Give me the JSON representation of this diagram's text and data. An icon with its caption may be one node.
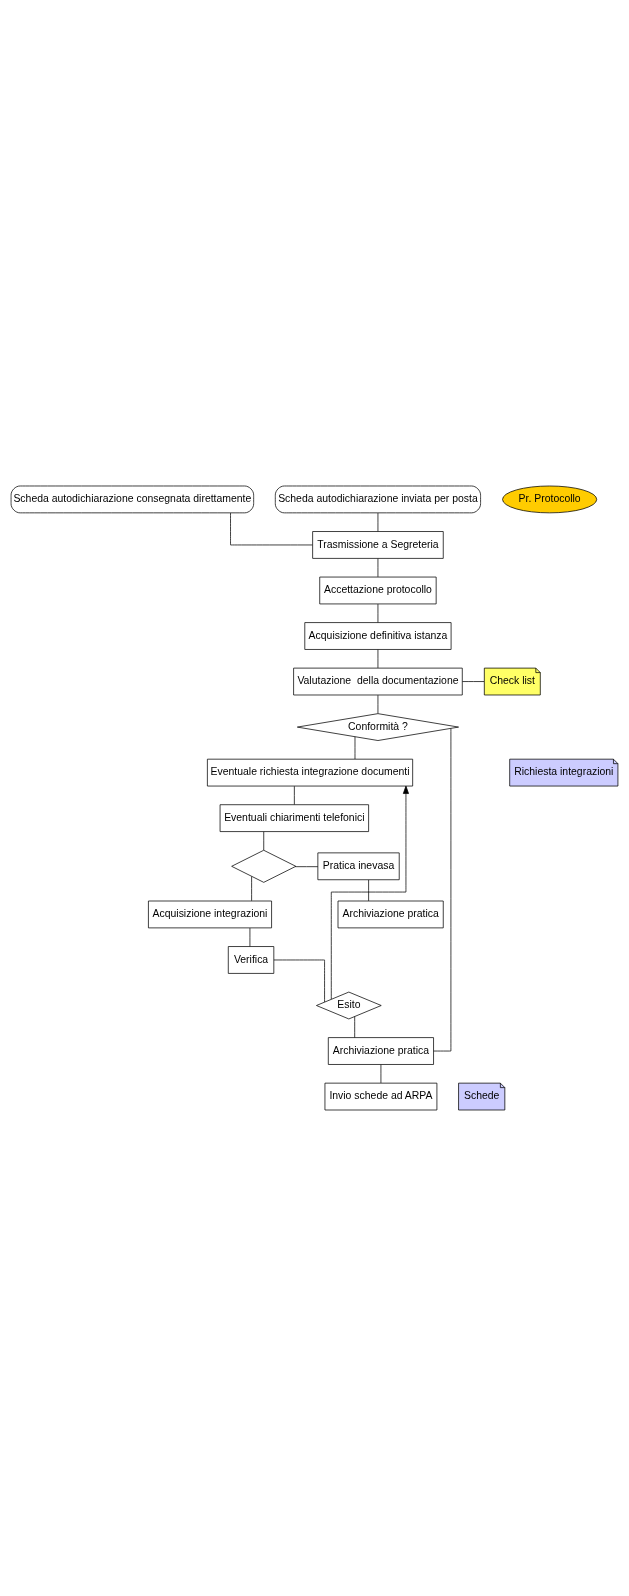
{
  "diagram": {
    "nodes": [
      {
        "text": [
          "Scheda autodichiarazione consegnata direttamente"
        ]
      },
      {
        "text": [
          "Scheda autodichiarazione inviata per posta"
        ]
      },
      {
        "text": [
          "Pr. Protocollo"
        ]
      },
      {
        "text": [
          "Trasmissione a Segreteria"
        ]
      },
      {
        "text": [
          "Accettazione protocollo"
        ]
      },
      {
        "text": [
          "Acquisizione definitiva istanza"
        ]
      },
      {
        "text": [
          "Valutazione  della documentazione"
        ]
      },
      {
        "text": [
          "Check list"
        ]
      },
      {
        "text": [
          "Conformità ?"
        ]
      },
      {
        "text": [
          "Eventuale richiesta integrazione documenti"
        ]
      },
      {
        "text": [
          "Richiesta integrazioni"
        ]
      },
      {
        "text": [
          "Eventuali chiarimenti telefonici"
        ]
      },
      {
        "text": [],
        "shape": "diamond"
      },
      {
        "text": [
          "Pratica inevasa"
        ]
      },
      {
        "text": [
          "Acquisizione integrazioni"
        ]
      },
      {
        "text": [
          "Archiviazione pratica"
        ]
      },
      {
        "text": [
          "Verifica"
        ]
      },
      {
        "text": [
          "Esito"
        ]
      },
      {
        "text": [
          "Archiviazione pratica"
        ]
      },
      {
        "text": [
          "Invio schede ad ARPA"
        ]
      },
      {
        "text": [
          "Schede"
        ]
      }
    ],
    "edges": [
      {
        "from": 0,
        "to": 3,
        "arrow": "none"
      },
      {
        "from": 1,
        "to": 3,
        "arrow": "none"
      },
      {
        "from": 3,
        "to": 4,
        "arrow": "none"
      },
      {
        "from": 4,
        "to": 5,
        "arrow": "none"
      },
      {
        "from": 5,
        "to": 6,
        "arrow": "none"
      },
      {
        "from": 6,
        "to": 7,
        "arrow": "none"
      },
      {
        "from": 6,
        "to": 8,
        "arrow": "none"
      },
      {
        "from": 8,
        "to": 9,
        "arrow": "none"
      },
      {
        "from": 8,
        "to": 18,
        "arrow": "none"
      },
      {
        "from": 9,
        "to": 11,
        "arrow": "none"
      },
      {
        "from": 11,
        "to": 12,
        "arrow": "none"
      },
      {
        "from": 12,
        "to": 13,
        "arrow": "none"
      },
      {
        "from": 13,
        "to": 15,
        "arrow": "none"
      },
      {
        "from": 12,
        "to": 14,
        "arrow": "none"
      },
      {
        "from": 14,
        "to": 16,
        "arrow": "none"
      },
      {
        "from": 16,
        "to": 17,
        "arrow": "none"
      },
      {
        "from": 17,
        "to": 9,
        "arrow": "to"
      },
      {
        "from": 17,
        "to": 18,
        "arrow": "none"
      },
      {
        "from": 18,
        "to": 19,
        "arrow": "none"
      }
    ]
  }
}
